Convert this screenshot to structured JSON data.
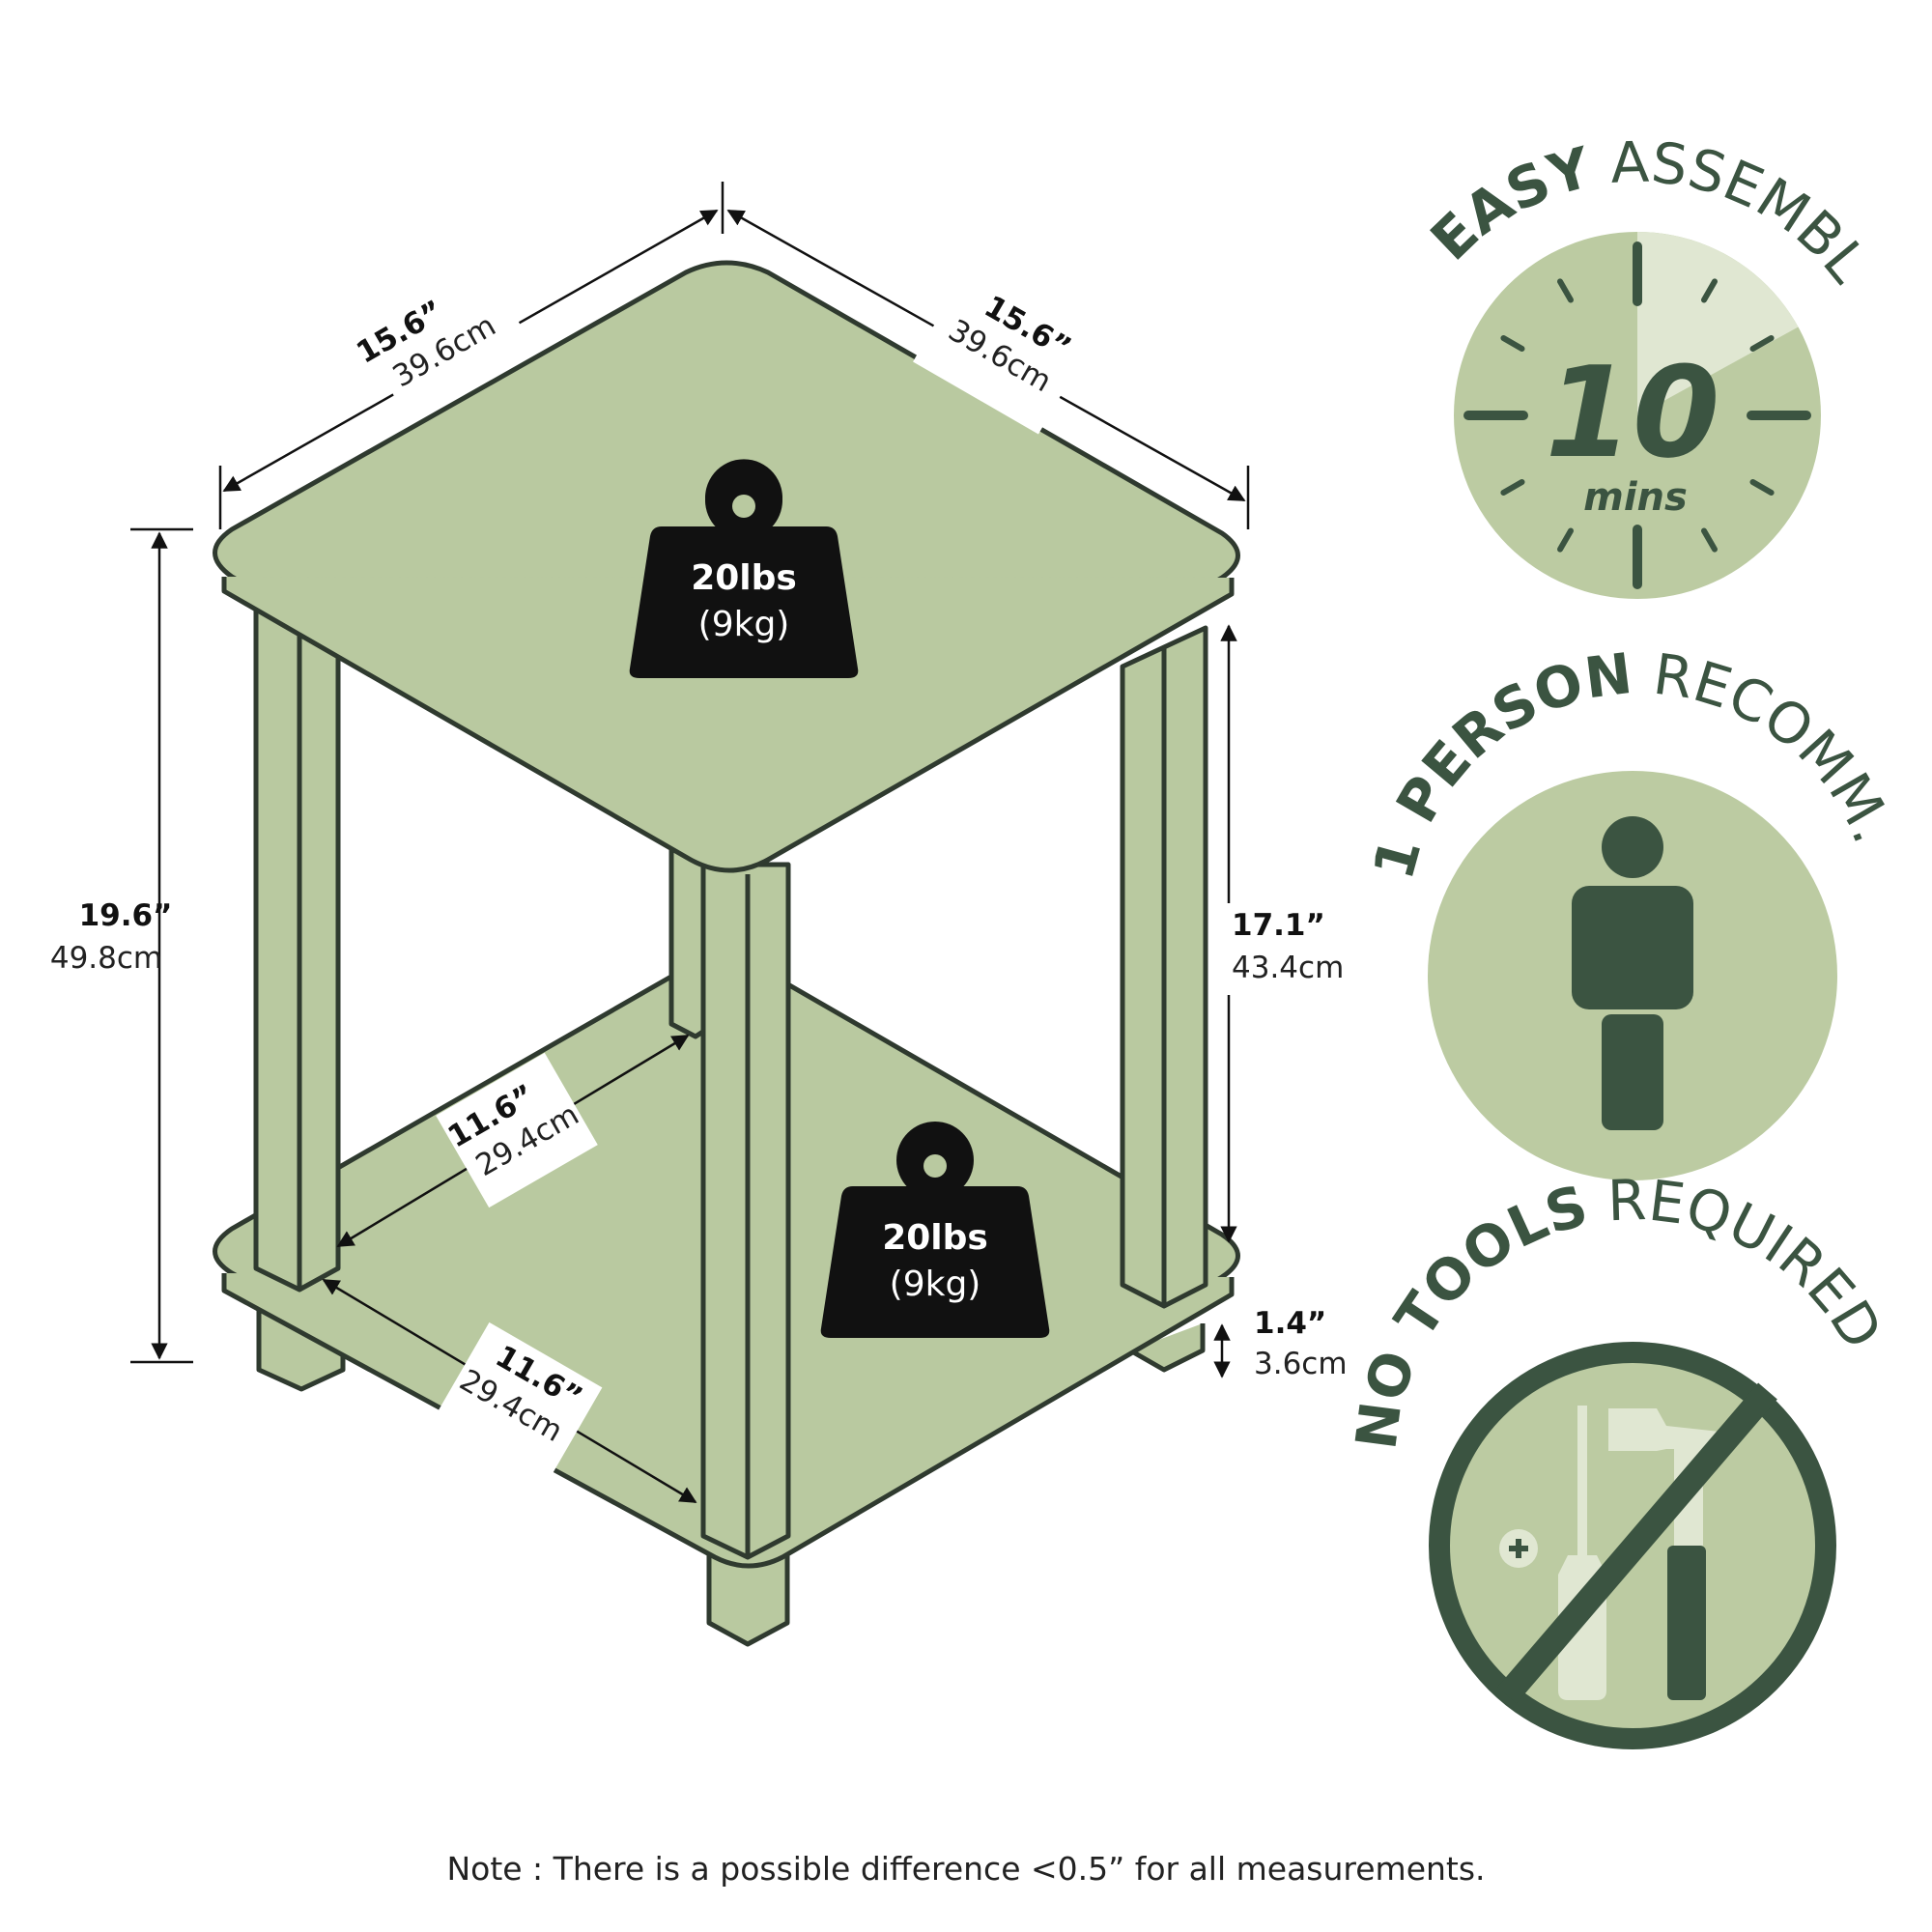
{
  "dimensions": {
    "top_left": {
      "inch": "15.6”",
      "cm": "39.6cm"
    },
    "top_right": {
      "inch": "15.6”",
      "cm": "39.6cm"
    },
    "total_height": {
      "inch": "19.6”",
      "cm": "49.8cm"
    },
    "shelf_gap": {
      "inch": "17.1”",
      "cm": "43.4cm"
    },
    "inner_depth": {
      "inch": "11.6”",
      "cm": "29.4cm"
    },
    "inner_width": {
      "inch": "11.6”",
      "cm": "29.4cm"
    },
    "foot_height": {
      "inch": "1.4”",
      "cm": "3.6cm"
    }
  },
  "weights": {
    "top": {
      "lbs": "20lbs",
      "kg": "(9kg)"
    },
    "bottom": {
      "lbs": "20lbs",
      "kg": "(9kg)"
    }
  },
  "badges": {
    "assembly": {
      "bold": "EASY",
      "regular": "ASSEMBLY",
      "number": "10",
      "unit": "mins",
      "highlight_fraction": 0.17
    },
    "person": {
      "bold": "1 PERSON",
      "regular": "RECOMM."
    },
    "tools": {
      "bold": "NO TOOLS",
      "regular": "REQUIRED"
    }
  },
  "note": "Note : There is a possible difference <0.5” for all measurements.",
  "colors": {
    "table_fill": "#b9c9a0",
    "badge_fill": "#bccba2",
    "badge_light": "#e0e7d2",
    "badge_dark": "#3b5441",
    "outline": "#2f3a2f",
    "weight_fill": "#111111"
  }
}
